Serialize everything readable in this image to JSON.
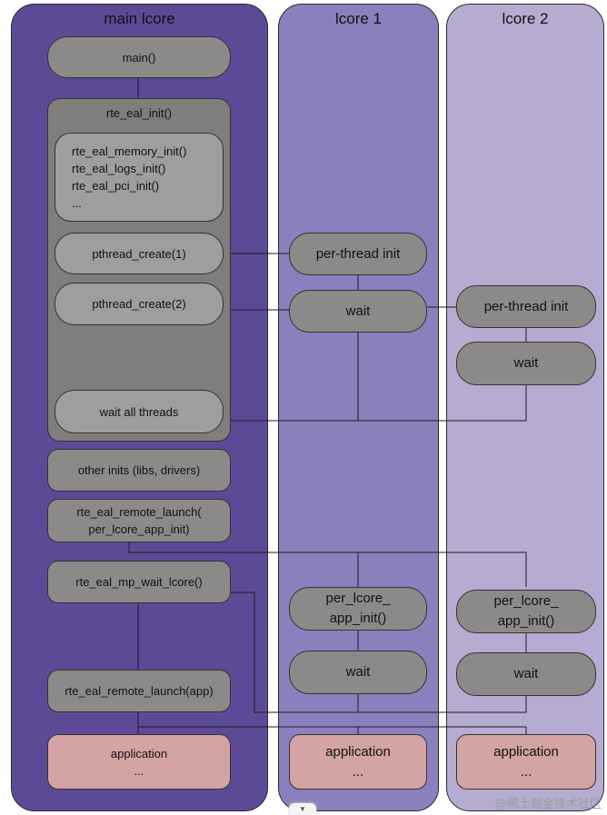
{
  "lanes": {
    "main": {
      "title": "main lcore"
    },
    "lcore1": {
      "title": "lcore 1"
    },
    "lcore2": {
      "title": "lcore 2"
    }
  },
  "main": {
    "main_fn": "main()",
    "eal_init": {
      "title": "rte_eal_init()",
      "sub_inits": "rte_eal_memory_init()\nrte_eal_logs_init()\nrte_eal_pci_init()\n...",
      "pthread_create_1": "pthread_create(1)",
      "pthread_create_2": "pthread_create(2)",
      "wait_all": "wait all threads"
    },
    "other_inits": "other inits (libs, drivers)",
    "remote_launch_init": "rte_eal_remote_launch(\nper_lcore_app_init)",
    "mp_wait": "rte_eal_mp_wait_lcore()",
    "remote_launch_app": "rte_eal_remote_launch(app)",
    "application": "application\n..."
  },
  "lcore1": {
    "per_thread_init": "per-thread init",
    "wait1": "wait",
    "per_lcore_app_init": "per_lcore_\napp_init()",
    "wait2": "wait",
    "application": "application\n..."
  },
  "lcore2": {
    "per_thread_init": "per-thread init",
    "wait1": "wait",
    "per_lcore_app_init": "per_lcore_\napp_init()",
    "wait2": "wait",
    "application": "application\n..."
  },
  "colors": {
    "main_lane": "#5d4a96",
    "lcore1_lane": "#8c7fbe",
    "lcore2_lane": "#b6abd0",
    "box": "#8c8a89",
    "application": "#d4a3a4"
  },
  "footer": {
    "watermark": "@稀土掘金技术社区",
    "scroll_tab_icon": "▼"
  }
}
